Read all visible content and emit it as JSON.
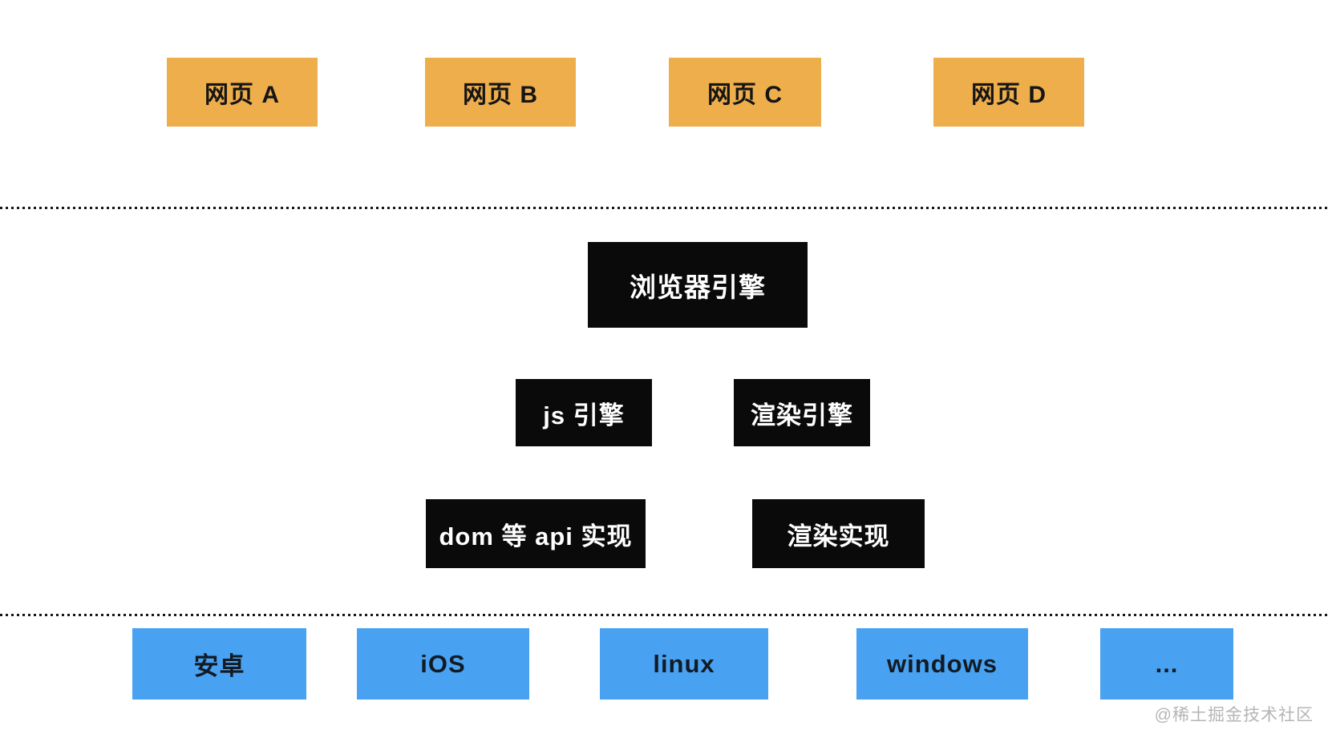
{
  "colors": {
    "page_box": "#efae4c",
    "engine_box": "#0a0a0a",
    "platform_box": "#48a2f1",
    "dotted_line": "#161616",
    "watermark": "#b5b5b5"
  },
  "pages": [
    {
      "label": "网页 A"
    },
    {
      "label": "网页 B"
    },
    {
      "label": "网页 C"
    },
    {
      "label": "网页 D"
    }
  ],
  "engine": {
    "browser_engine": "浏览器引擎",
    "js_engine": "js 引擎",
    "render_engine": "渲染引擎",
    "dom_api_impl": "dom 等 api 实现",
    "render_impl": "渲染实现"
  },
  "platforms": [
    {
      "label": "安卓"
    },
    {
      "label": "iOS"
    },
    {
      "label": "linux"
    },
    {
      "label": "windows"
    },
    {
      "label": "..."
    }
  ],
  "watermark": {
    "text": "@稀土掘金技术社区"
  }
}
